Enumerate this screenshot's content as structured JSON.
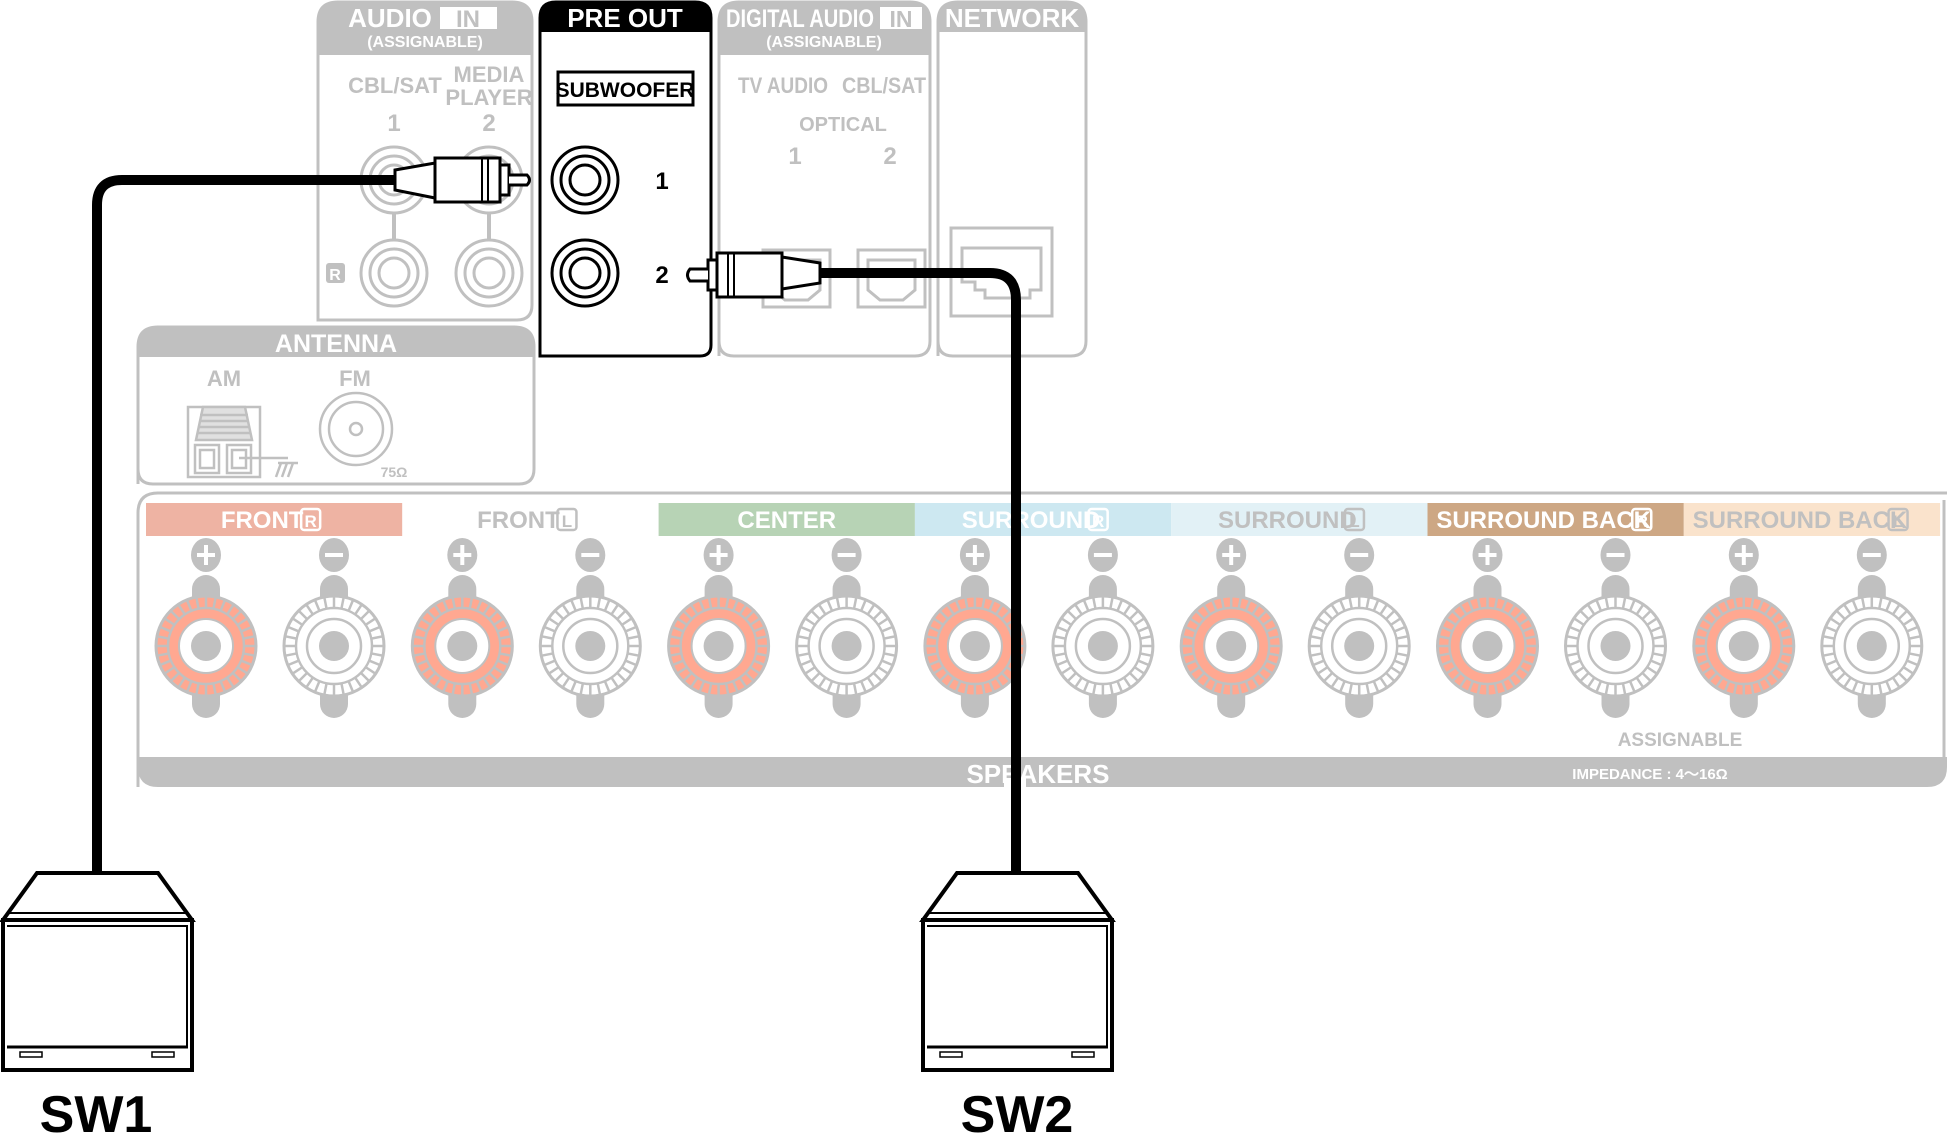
{
  "colors": {
    "panel_gray": "#c0c0c0",
    "active_black": "#000000",
    "front_r": "#eeb3a3",
    "center": "#b7d3b5",
    "surround_r": "#cde8f1",
    "surround_l": "#e2f1f6",
    "surround_back_r": "#cda784",
    "surround_back_l": "#fae3cc",
    "positive_ring": "#ffa891"
  },
  "audio_in": {
    "title": "AUDIO",
    "badge": "IN",
    "subtitle": "(ASSIGNABLE)",
    "col1_label": "CBL/SAT",
    "col2_label_line1": "MEDIA",
    "col2_label_line2": "PLAYER",
    "col1_number": "1",
    "col2_number": "2",
    "right_channel_mark": "R"
  },
  "pre_out": {
    "title": "PRE OUT",
    "subwoofer_label": "SUBWOOFER",
    "jack1_label": "1",
    "jack2_label": "2"
  },
  "digital_audio": {
    "title": "DIGITAL AUDIO",
    "badge": "IN",
    "subtitle": "(ASSIGNABLE)",
    "col1_label": "TV AUDIO",
    "col2_label": "CBL/SAT",
    "type_label": "OPTICAL",
    "col1_number": "1",
    "col2_number": "2"
  },
  "network": {
    "title": "NETWORK"
  },
  "antenna": {
    "title": "ANTENNA",
    "am_label": "AM",
    "fm_label": "FM",
    "fm_impedance": "75Ω"
  },
  "speakers": {
    "title": "SPEAKERS",
    "assignable_label": "ASSIGNABLE",
    "impedance_label": "IMPEDANCE : 4～16Ω",
    "channels": [
      {
        "name": "FRONT",
        "side": "R",
        "active": true
      },
      {
        "name": "FRONT",
        "side": "L",
        "active": false
      },
      {
        "name": "CENTER",
        "side": "",
        "active": true
      },
      {
        "name": "SURROUND",
        "side": "R",
        "active": true
      },
      {
        "name": "SURROUND",
        "side": "L",
        "active": false
      },
      {
        "name": "SURROUND BACK",
        "side": "R",
        "active": true
      },
      {
        "name": "SURROUND BACK",
        "side": "L",
        "active": false
      }
    ],
    "plus_symbol": "+",
    "minus_symbol": "−"
  },
  "subwoofers": [
    {
      "label": "SW1",
      "connected_to": "PRE OUT SUBWOOFER 1"
    },
    {
      "label": "SW2",
      "connected_to": "PRE OUT SUBWOOFER 2"
    }
  ]
}
